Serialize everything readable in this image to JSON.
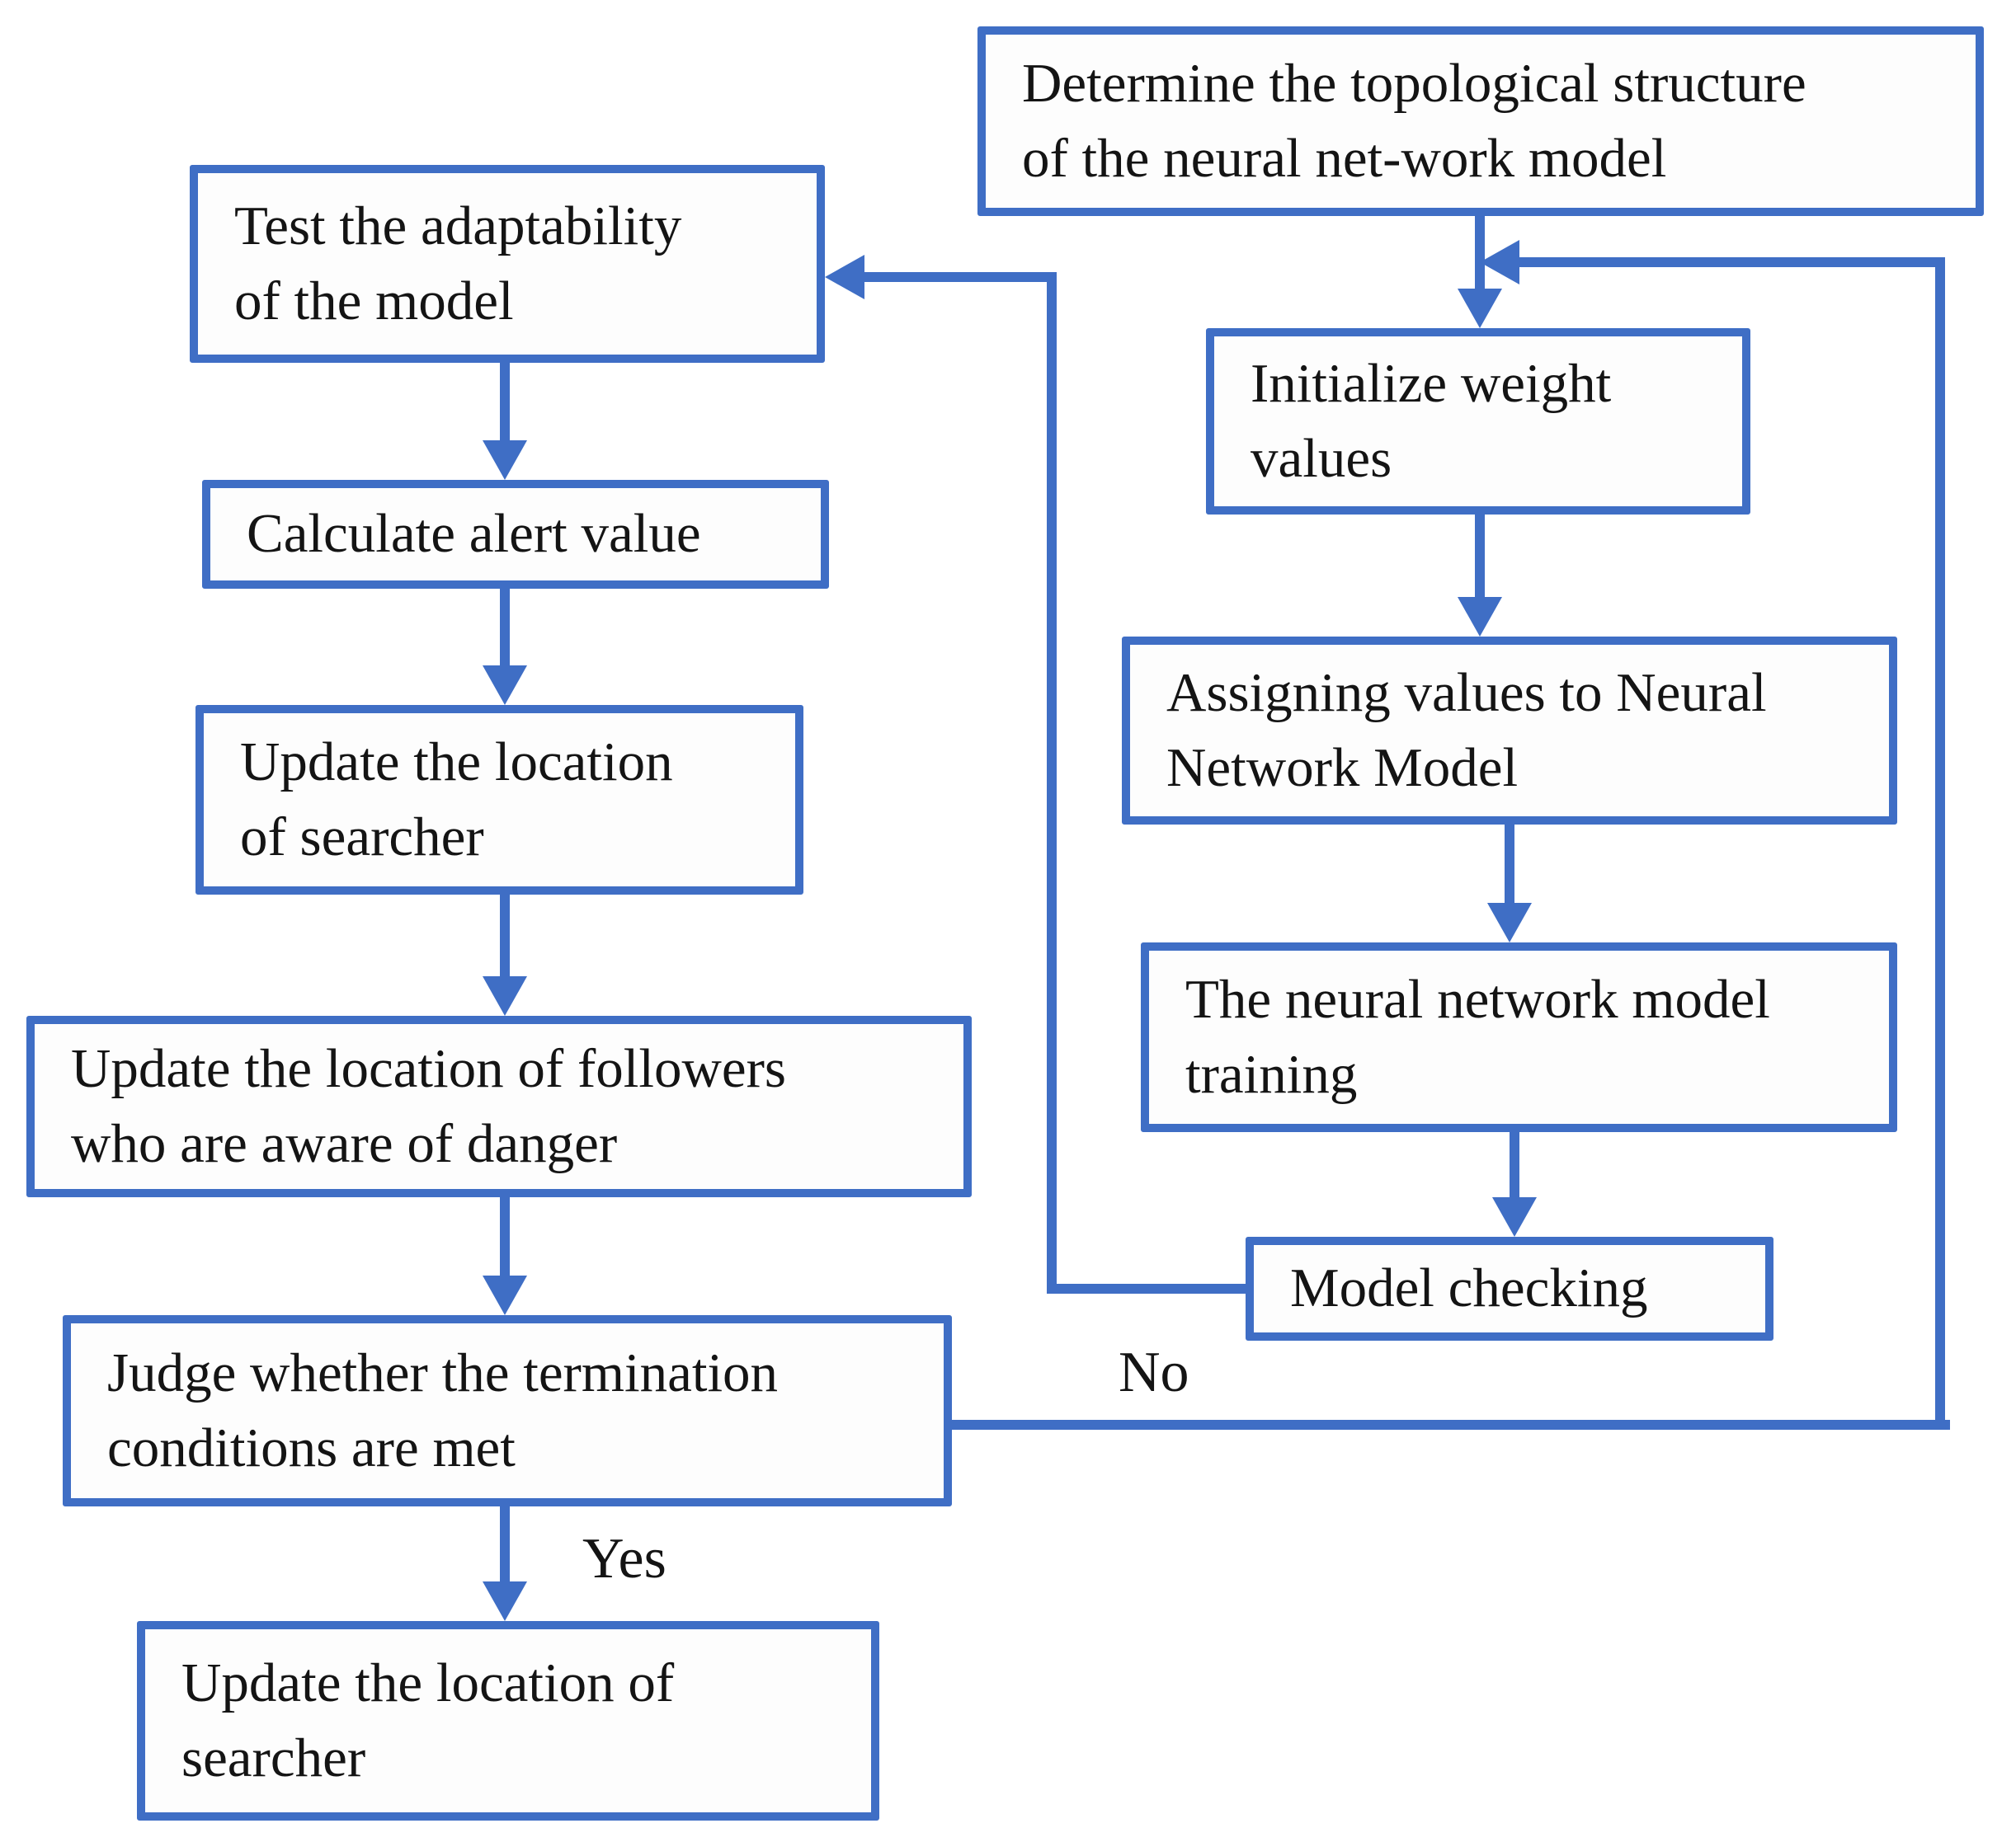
{
  "diagram": {
    "type": "flowchart",
    "accent_color": "#3F6EC5",
    "text_color": "#141414",
    "background_color": "#ffffff",
    "nodes": {
      "determine": {
        "text": "Determine the topological structure\nof the neural net-work model"
      },
      "initialize": {
        "text": "Initialize weight\nvalues"
      },
      "assign_values": {
        "text": "Assigning values to Neural\nNetwork Model"
      },
      "training": {
        "text": "The neural network model\ntraining"
      },
      "model_checking": {
        "text": "Model checking"
      },
      "test_adaptability": {
        "text": "Test the adaptability\nof the model"
      },
      "calculate_alert": {
        "text": "Calculate alert value"
      },
      "update_searcher_1": {
        "text": "Update the location\nof searcher"
      },
      "update_followers": {
        "text": "Update the location of followers\nwho are aware of danger"
      },
      "judge_termination": {
        "text": "Judge whether the termination\nconditions are met"
      },
      "update_searcher_2": {
        "text": "Update the location of\nsearcher"
      }
    },
    "labels": {
      "yes": "Yes",
      "no": "No"
    },
    "edges": [
      {
        "from": "determine",
        "to": "initialize"
      },
      {
        "from": "initialize",
        "to": "assign_values"
      },
      {
        "from": "assign_values",
        "to": "training"
      },
      {
        "from": "training",
        "to": "model_checking"
      },
      {
        "from": "model_checking",
        "to": "test_adaptability"
      },
      {
        "from": "test_adaptability",
        "to": "calculate_alert"
      },
      {
        "from": "calculate_alert",
        "to": "update_searcher_1"
      },
      {
        "from": "update_searcher_1",
        "to": "update_followers"
      },
      {
        "from": "update_followers",
        "to": "judge_termination"
      },
      {
        "from": "judge_termination",
        "to": "update_searcher_2",
        "label": "Yes"
      },
      {
        "from": "judge_termination",
        "to": "initialize",
        "label": "No"
      }
    ]
  }
}
